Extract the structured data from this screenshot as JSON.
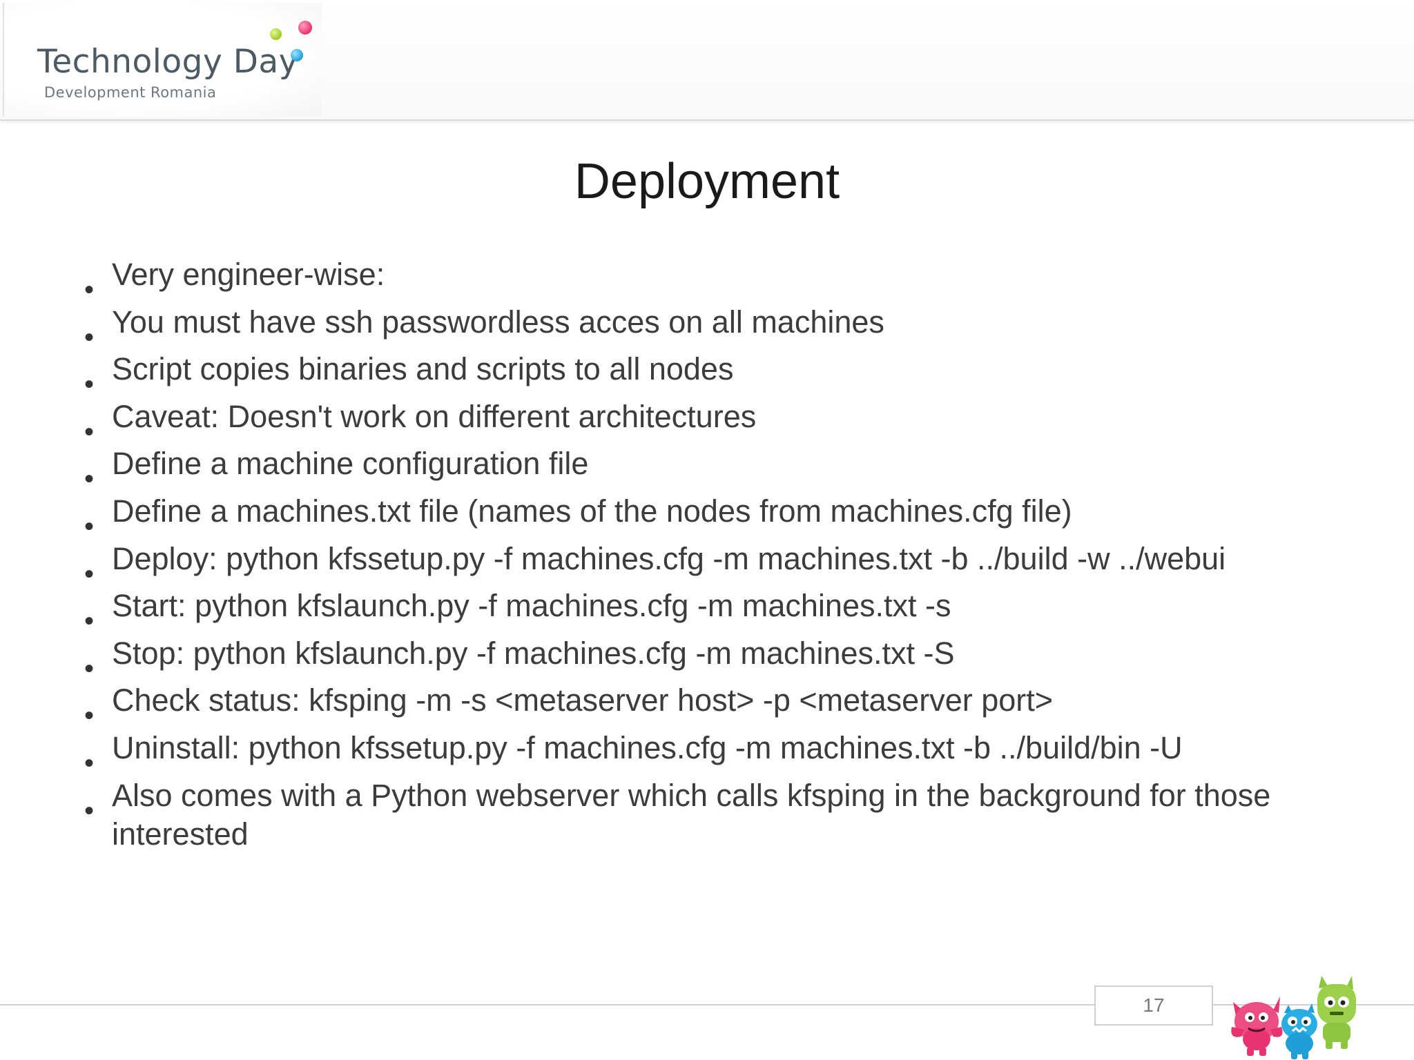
{
  "header": {
    "logo_title": "Technology Day",
    "logo_subtitle": "Development Romania",
    "dot_colors": [
      "#9fcb1e",
      "#e8336f",
      "#1f9fd8"
    ]
  },
  "slide": {
    "title": "Deployment",
    "bullets": [
      "Very engineer-wise:",
      "You must have ssh passwordless acces on all machines",
      "Script copies binaries and scripts to all nodes",
      "Caveat: Doesn't work on different architectures",
      "Define a machine configuration file",
      "Define a machines.txt file (names of the nodes from machines.cfg file)",
      "Deploy: python kfssetup.py -f machines.cfg -m machines.txt -b ../build -w ../webui",
      "Start: python kfslaunch.py -f machines.cfg -m machines.txt -s",
      "Stop: python kfslaunch.py -f machines.cfg -m machines.txt -S",
      "Check status: kfsping -m -s <metaserver host> -p <metaserver port>",
      "Uninstall: python kfssetup.py -f machines.cfg -m machines.txt -b ../build/bin -U",
      "Also comes with a Python webserver which calls kfsping in the background for those interested"
    ],
    "bullet_marker": "•"
  },
  "footer": {
    "page_number": "17",
    "mascot_colors": [
      "#e8336f",
      "#1f9fd8",
      "#8cc63f"
    ]
  }
}
